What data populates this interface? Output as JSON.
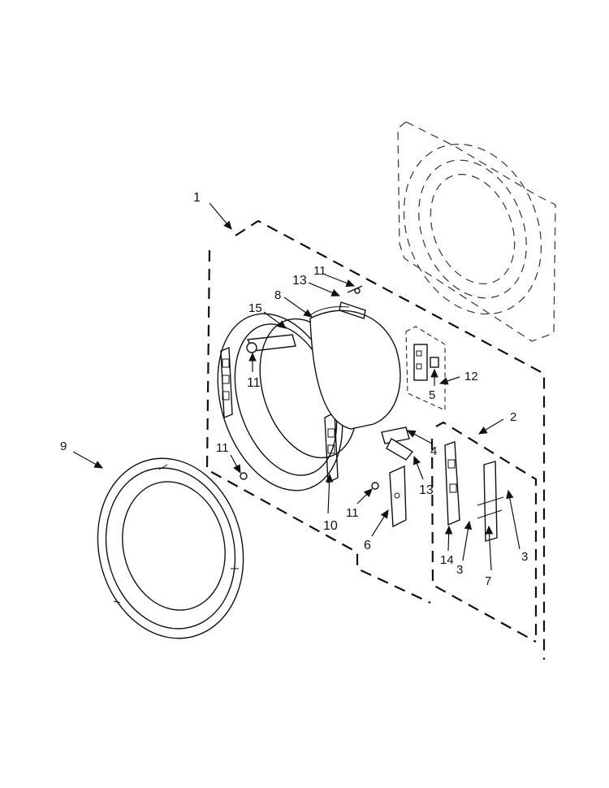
{
  "colors": {
    "line": "#111111",
    "background": "#ffffff"
  },
  "callouts": {
    "c1": "1",
    "c2": "2",
    "c3a": "3",
    "c3b": "3",
    "c4": "4",
    "c5": "5",
    "c6": "6",
    "c7": "7",
    "c8": "8",
    "c9": "9",
    "c10": "10",
    "c11a": "11",
    "c11b": "11",
    "c11c": "11",
    "c11d": "11",
    "c12": "12",
    "c13a": "13",
    "c13b": "13",
    "c14": "14",
    "c15": "15"
  }
}
